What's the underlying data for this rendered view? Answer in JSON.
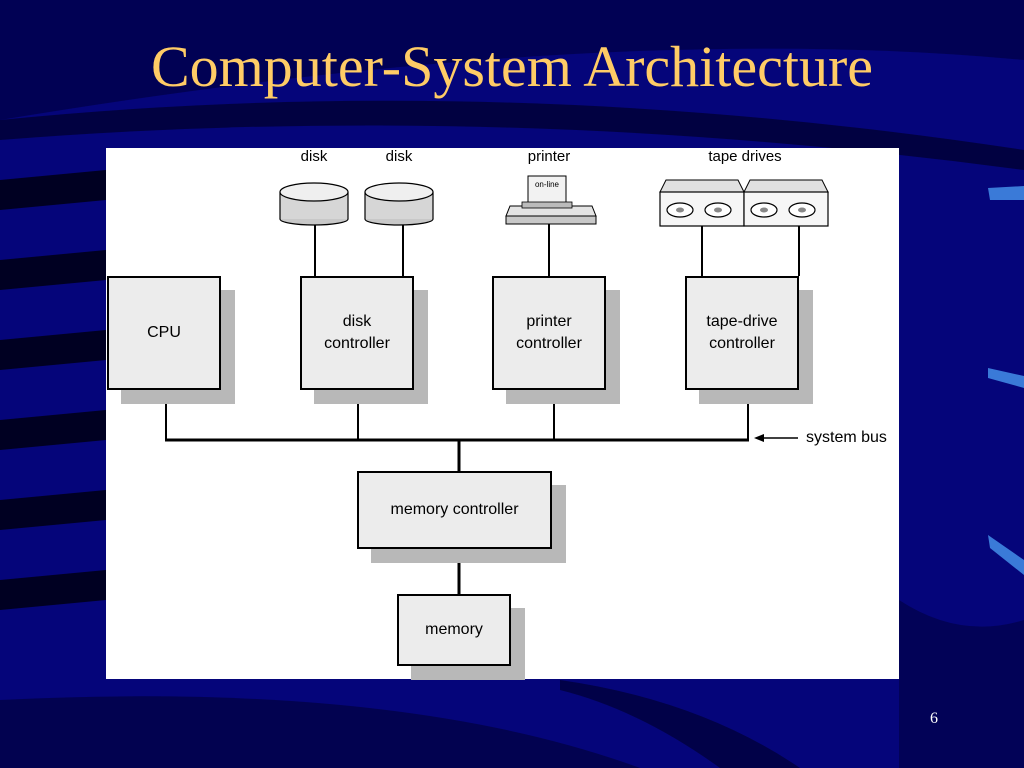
{
  "slide": {
    "title": "Computer-System Architecture",
    "page_number": "6",
    "background_color": "#05057a",
    "title_color": "#ffcc66"
  },
  "diagram": {
    "devices": {
      "disk1": "disk",
      "disk2": "disk",
      "printer": "printer",
      "printer_display": "on-line",
      "tape_drives": "tape drives"
    },
    "components": {
      "cpu": "CPU",
      "disk_controller": "disk\ncontroller",
      "printer_controller": "printer\ncontroller",
      "tape_controller": "tape-drive\ncontroller",
      "memory_controller": "memory controller",
      "memory": "memory"
    },
    "system_bus_label": "system bus"
  }
}
